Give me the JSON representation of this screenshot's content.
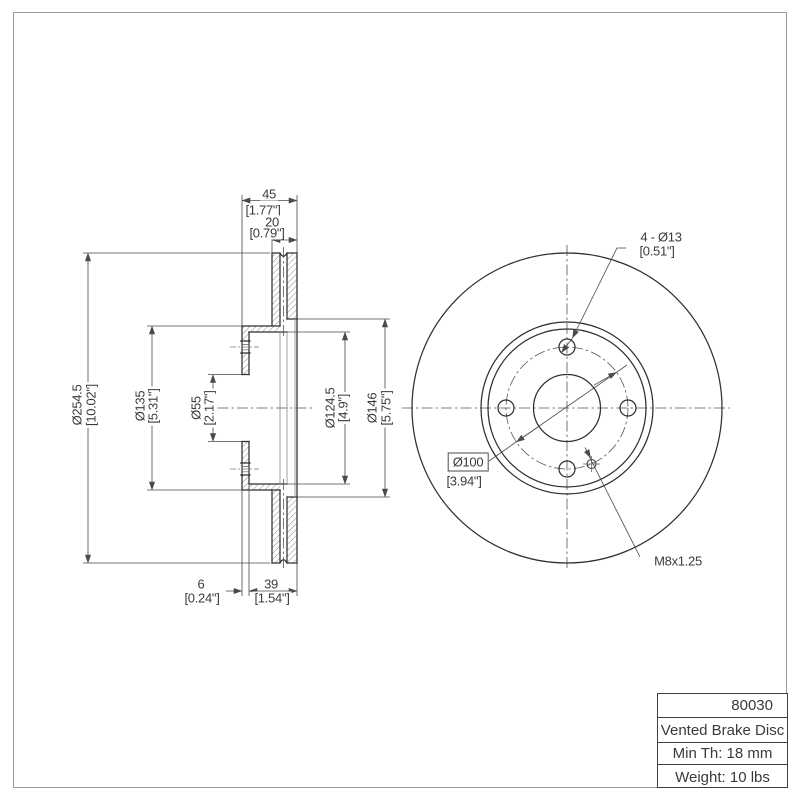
{
  "section_view": {
    "dims": {
      "width_total": {
        "mm": "45",
        "in": "[1.77\"]"
      },
      "width_plates": {
        "mm": "20",
        "in": "[0.79\"]"
      },
      "outer_dia": {
        "mm": "Ø254.5",
        "in": "[10.02\"]"
      },
      "hat_dia": {
        "mm": "Ø135",
        "in": "[5.31\"]"
      },
      "bore_dia": {
        "mm": "Ø55",
        "in": "[2.17\"]"
      },
      "vent_dia": {
        "mm": "Ø124.5",
        "in": "[4.9\"]"
      },
      "step_dia": {
        "mm": "Ø146",
        "in": "[5.75\"]"
      },
      "flange_th": {
        "mm": "6",
        "in": "[0.24\"]"
      },
      "hat_depth": {
        "mm": "39",
        "in": "[1.54\"]"
      }
    }
  },
  "front_view": {
    "labels": {
      "bolt_holes": {
        "line1": "4 - Ø13",
        "line2": "[0.51\"]"
      },
      "bolt_circle": {
        "dia": "Ø100",
        "in": "[3.94\"]"
      },
      "thread": "M8x1.25"
    }
  },
  "title_block": {
    "part_number": "80030",
    "description": "Vented Brake Disc",
    "min_thickness": "Min Th: 18 mm",
    "weight": "Weight: 10 lbs"
  }
}
